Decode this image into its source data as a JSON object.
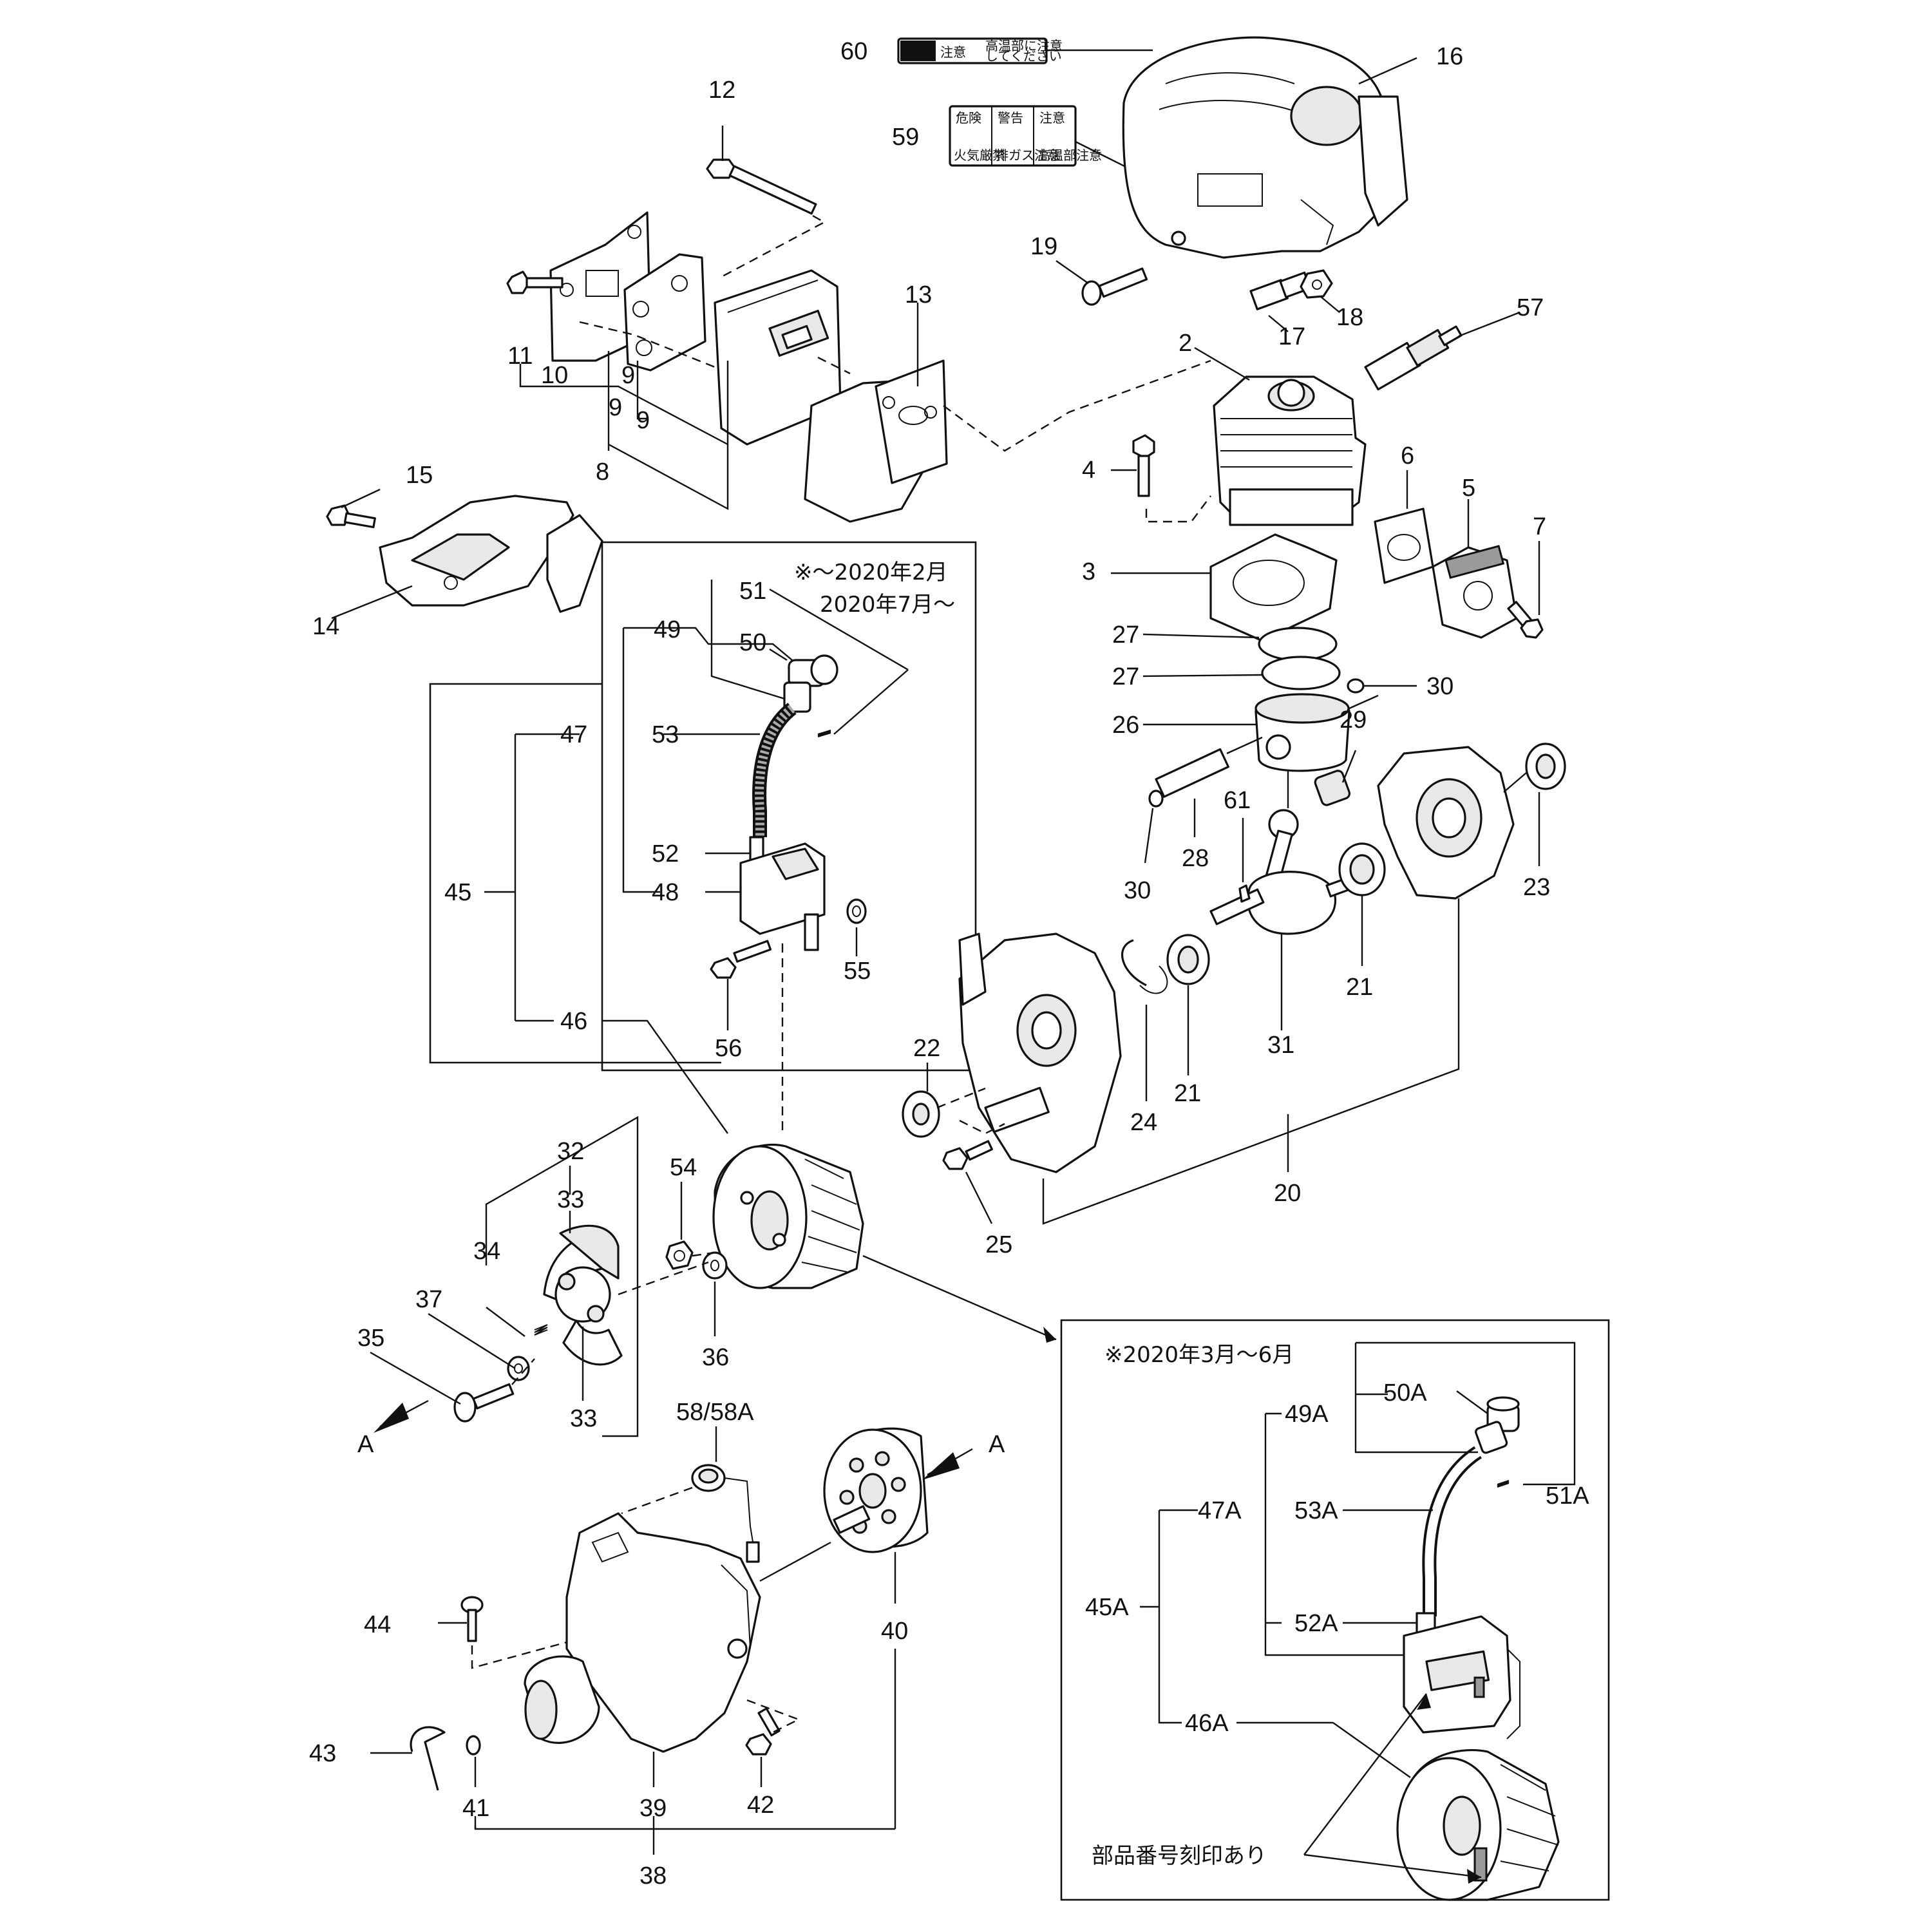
{
  "callouts": {
    "c2": "2",
    "c3": "3",
    "c4": "4",
    "c5": "5",
    "c6": "6",
    "c7": "7",
    "c8": "8",
    "c9a": "9",
    "c9b": "9",
    "c9c": "9",
    "c10": "10",
    "c11": "11",
    "c12": "12",
    "c13": "13",
    "c14": "14",
    "c15": "15",
    "c16": "16",
    "c17": "17",
    "c18": "18",
    "c19": "19",
    "c20": "20",
    "c21a": "21",
    "c21b": "21",
    "c22": "22",
    "c23": "23",
    "c24": "24",
    "c25": "25",
    "c26": "26",
    "c27a": "27",
    "c27b": "27",
    "c28": "28",
    "c29": "29",
    "c30a": "30",
    "c30b": "30",
    "c31": "31",
    "c32": "32",
    "c33a": "33",
    "c33b": "33",
    "c34": "34",
    "c35": "35",
    "c36": "36",
    "c37": "37",
    "c38": "38",
    "c39": "39",
    "c40": "40",
    "c41": "41",
    "c42": "42",
    "c43": "43",
    "c44": "44",
    "c45": "45",
    "c46": "46",
    "c47": "47",
    "c48": "48",
    "c49": "49",
    "c50": "50",
    "c51": "51",
    "c52": "52",
    "c53": "53",
    "c54": "54",
    "c55": "55",
    "c56": "56",
    "c57": "57",
    "c58": "58/58A",
    "c59": "59",
    "c60": "60",
    "c61": "61",
    "c45A": "45A",
    "c46A": "46A",
    "c47A": "47A",
    "c49A": "49A",
    "c50A": "50A",
    "c51A": "51A",
    "c52A": "52A",
    "c53A": "53A",
    "cA1": "A",
    "cA2": "A"
  },
  "notes": {
    "period_a1": "※～2020年2月",
    "period_a2": "2020年7月～",
    "period_b": "※2020年3月～6月",
    "stamp_note": "部品番号刻印あり"
  },
  "labels": {
    "decal60": "注意",
    "decal60_sub1": "高温部に注意",
    "decal60_sub2": "してください",
    "decal59_1": "危険",
    "decal59_2": "警告",
    "decal59_3": "注意",
    "decal59_1_sub": "火気厳禁",
    "decal59_2_sub": "排ガス注意",
    "decal59_3_sub": "高温部注意"
  }
}
